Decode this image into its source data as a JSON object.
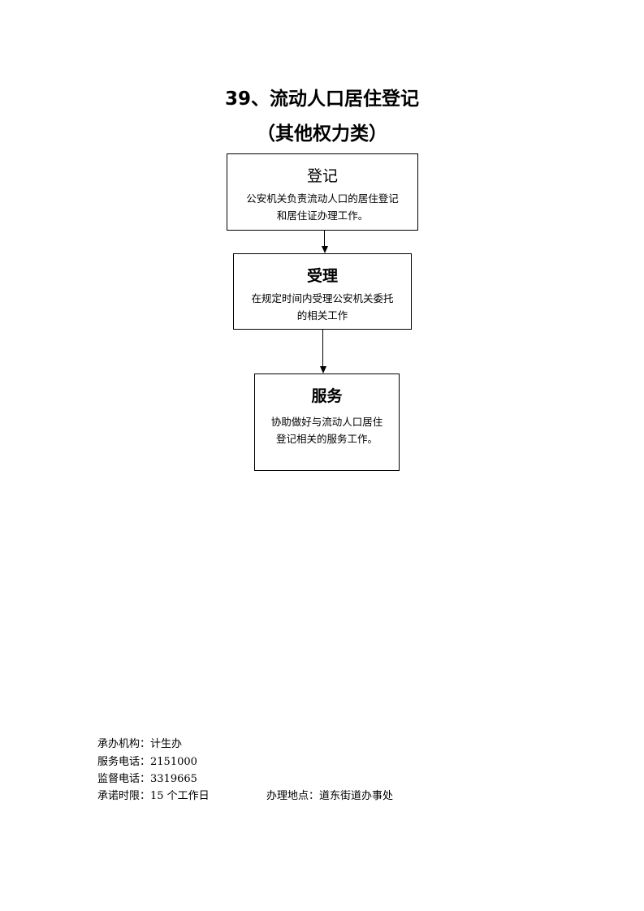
{
  "title": "39、流动人口居住登记",
  "subtitle": "（其他权力类）",
  "steps": [
    {
      "heading": "登记",
      "desc": [
        "公安机关负责流动人口的居住登记",
        "和居住证办理工作。"
      ]
    },
    {
      "heading": "受理",
      "desc": [
        "在规定时间内受理公安机关委托",
        "的相关工作"
      ]
    },
    {
      "heading": "服务",
      "desc": [
        "协助做好与流动人口居住",
        "登记相关的服务工作。"
      ]
    }
  ],
  "footer": {
    "agency": "承办机构：计生办",
    "service_phone": "服务电话：2151000",
    "supervision_phone": "监督电话：3319665",
    "time_limit": "承诺时限：15 个工作日",
    "location": "办理地点：道东街道办事处"
  }
}
